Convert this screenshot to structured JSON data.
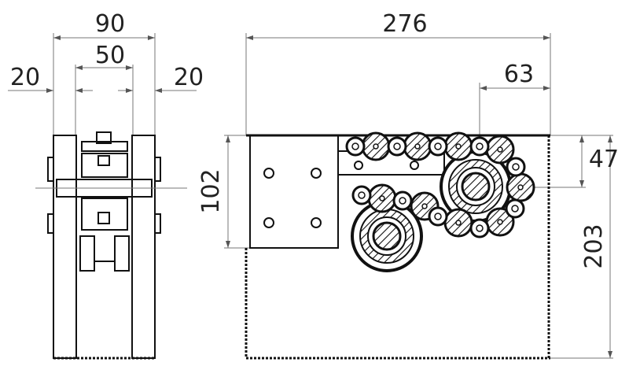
{
  "drawing": {
    "side_view": {
      "dimensions": {
        "overall_width": "90",
        "inner_width": "50",
        "left_wall": "20",
        "right_wall": "20"
      }
    },
    "front_view": {
      "dimensions": {
        "overall_length": "276",
        "gear_offset": "63",
        "gear_height": "47",
        "plate_height": "102",
        "overall_height": "203"
      }
    },
    "colors": {
      "line": "#111111",
      "dimension_line": "#777777",
      "background": "#ffffff"
    }
  }
}
